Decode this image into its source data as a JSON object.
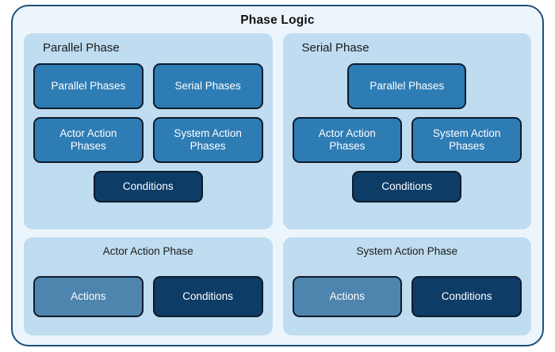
{
  "diagram": {
    "title": "Phase Logic",
    "colors": {
      "outer_border": "#1f4e79",
      "outer_fill": "#edf5fc",
      "panel_fill": "#bfdcf0",
      "node_mid_blue": "#2e7cb4",
      "node_light_blue": "#4e85ae",
      "node_dark_blue": "#0d3c67",
      "node_border": "#0f1b2b",
      "text_light": "#ffffff",
      "text_dark": "#1b1b1b"
    },
    "panels": [
      {
        "title": "Parallel Phase",
        "rows": [
          {
            "nodes": [
              {
                "label": "Parallel Phases",
                "tone": "mid"
              },
              {
                "label": "Serial Phases",
                "tone": "mid"
              }
            ]
          },
          {
            "nodes": [
              {
                "label": "Actor Action\nPhases",
                "tone": "mid"
              },
              {
                "label": "System Action\nPhases",
                "tone": "mid"
              }
            ]
          },
          {
            "nodes": [
              {
                "label": "Conditions",
                "tone": "dark"
              }
            ]
          }
        ]
      },
      {
        "title": "Serial Phase",
        "rows": [
          {
            "nodes": [
              {
                "label": "Parallel Phases",
                "tone": "mid"
              }
            ]
          },
          {
            "nodes": [
              {
                "label": "Actor Action\nPhases",
                "tone": "mid"
              },
              {
                "label": "System Action\nPhases",
                "tone": "mid"
              }
            ]
          },
          {
            "nodes": [
              {
                "label": "Conditions",
                "tone": "dark"
              }
            ]
          }
        ]
      },
      {
        "title": "Actor Action Phase",
        "rows": [
          {
            "nodes": [
              {
                "label": "Actions",
                "tone": "light"
              },
              {
                "label": "Conditions",
                "tone": "dark"
              }
            ]
          }
        ]
      },
      {
        "title": "System Action Phase",
        "rows": [
          {
            "nodes": [
              {
                "label": "Actions",
                "tone": "light"
              },
              {
                "label": "Conditions",
                "tone": "dark"
              }
            ]
          }
        ]
      }
    ]
  }
}
